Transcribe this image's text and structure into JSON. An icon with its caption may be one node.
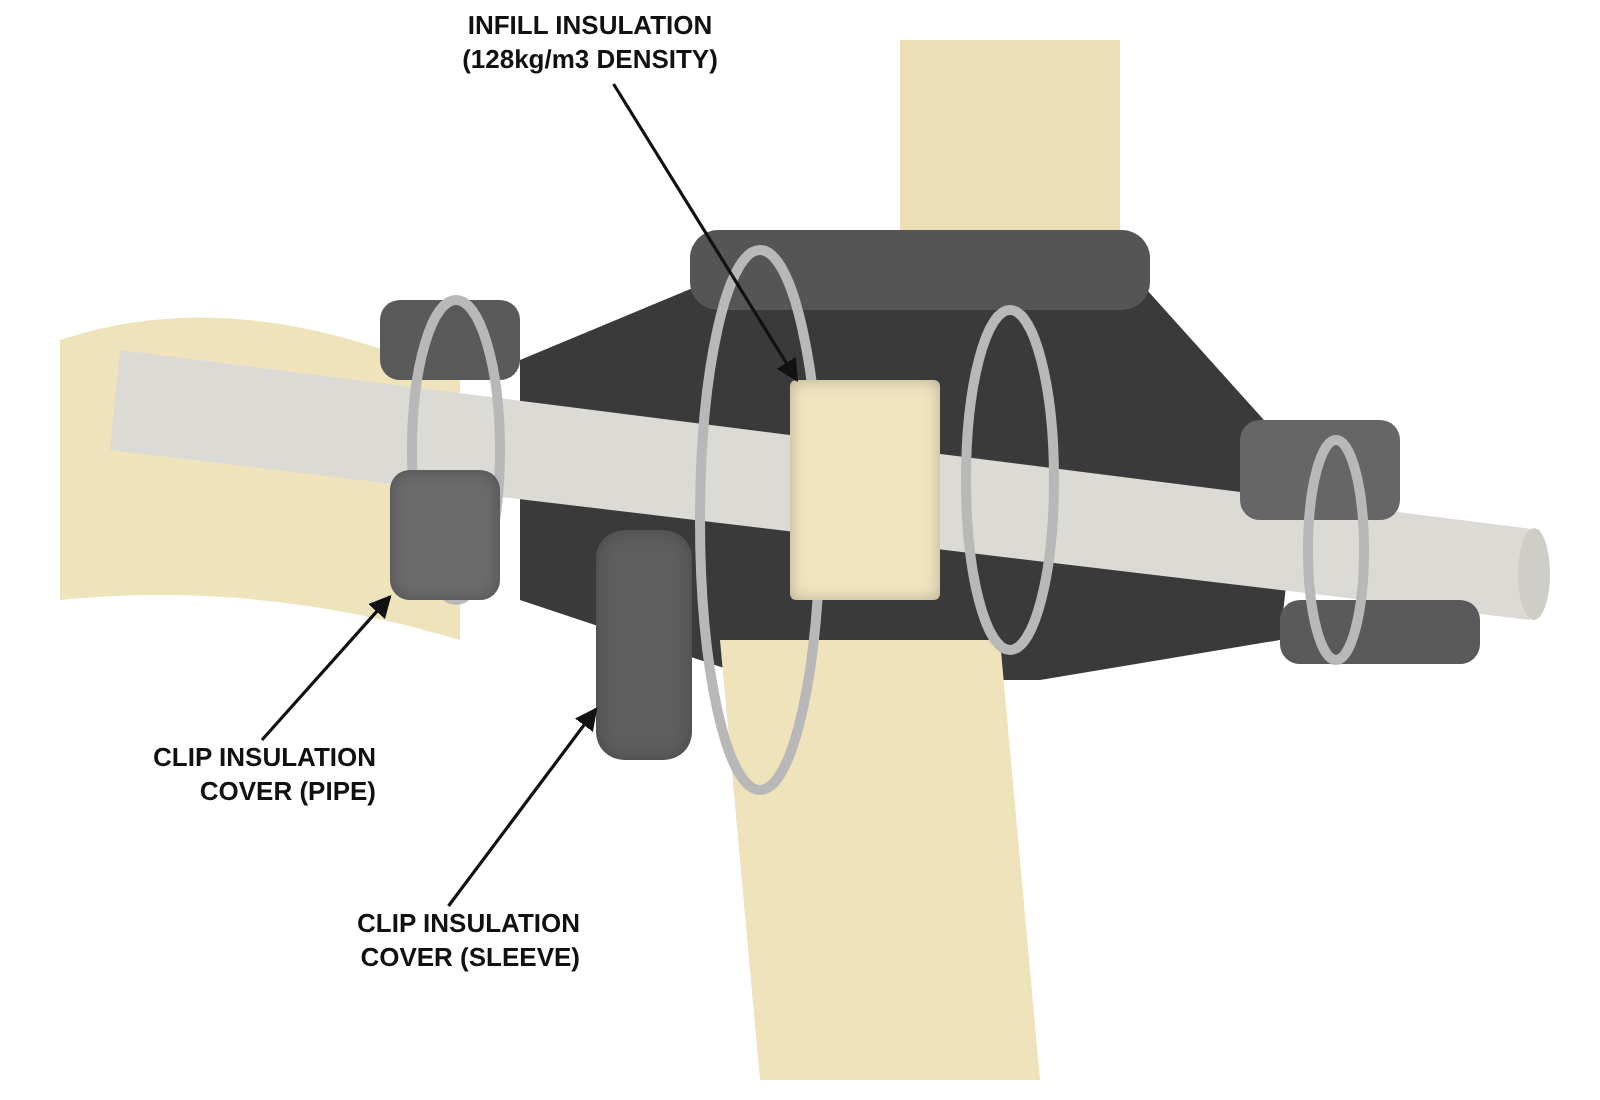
{
  "diagram": {
    "nodes": [
      {
        "text": [
          "INFILL INSULATION (128kg/m3 DENSITY)"
        ]
      },
      {
        "text": [],
        "shape": "box"
      },
      {
        "text": [
          "CLIP INSULATION COVER (PIPE)"
        ]
      },
      {
        "text": [],
        "shape": "box"
      },
      {
        "text": [
          "CLIP INSULATION COVER (SLEEVE)"
        ]
      },
      {
        "text": [],
        "shape": "box"
      }
    ],
    "edges": [
      {
        "from": 0,
        "to": 1,
        "arrow": "to"
      },
      {
        "from": 2,
        "to": 3,
        "arrow": "to"
      },
      {
        "from": 4,
        "to": 5,
        "arrow": "to"
      }
    ]
  }
}
